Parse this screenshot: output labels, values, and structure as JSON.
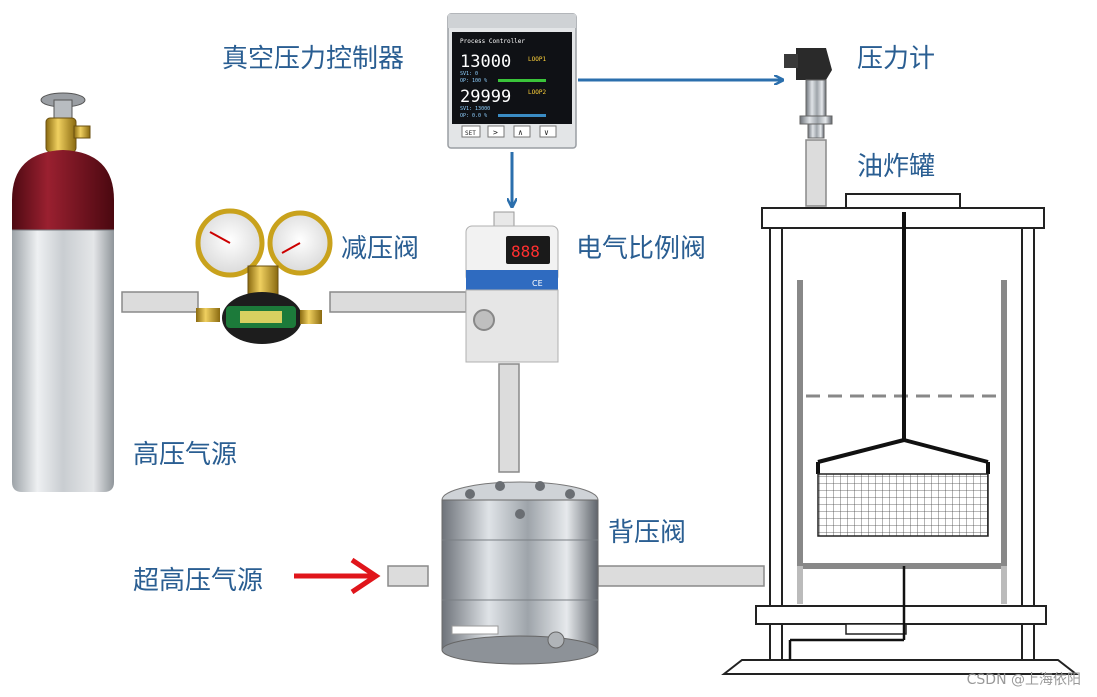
{
  "labels": {
    "vacuum_controller": "真空压力控制器",
    "pressure_gauge": "压力计",
    "fryer_tank": "油炸罐",
    "reducing_valve": "减压阀",
    "proportional_valve": "电气比例阀",
    "high_pressure_source": "高压气源",
    "back_pressure_valve": "背压阀",
    "ultra_high_pressure_source": "超高压气源"
  },
  "controller_display": {
    "brand": "Process Controller",
    "loop1_value": "13000",
    "loop1_tag": "LOOP1",
    "sv1_line": "SV1: 0",
    "op1_line": "OP: 100 %",
    "loop2_value": "29999",
    "loop2_tag": "LOOP2",
    "sv2_line": "SV1: 13000",
    "op2_line": "OP: 0.0 %",
    "key_set": "SET",
    "key_right": ">",
    "key_up": "∧",
    "key_down": "∨"
  },
  "valve_display": {
    "digits": "888",
    "mark": "CE"
  },
  "watermark": "CSDN @上海依阳",
  "colors": {
    "label_blue": "#2a5e92",
    "arrow_blue": "#2b6fad",
    "arrow_red": "#e0151b",
    "pipe_fill": "#dcdcdc",
    "pipe_stroke": "#8a8a8a",
    "cylinder_red": "#7a1420",
    "frame_dark": "#222222"
  }
}
